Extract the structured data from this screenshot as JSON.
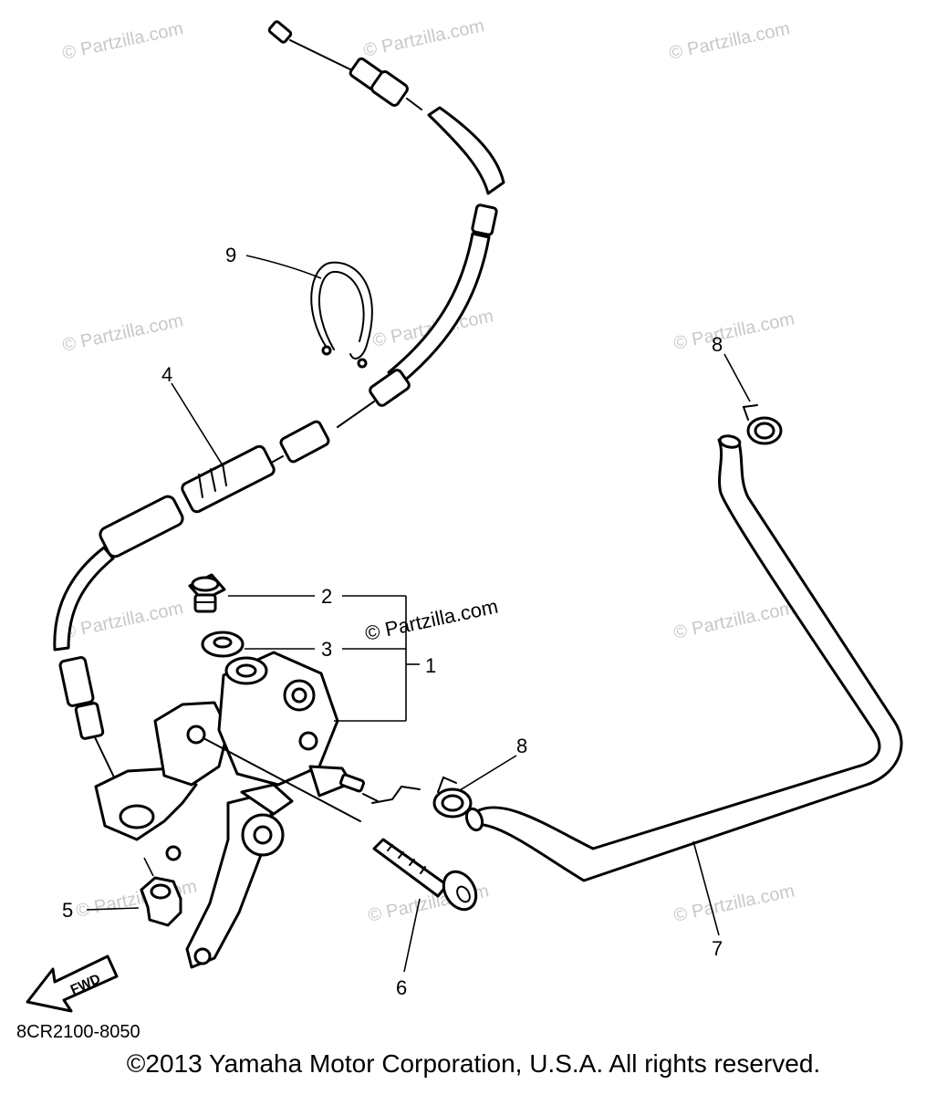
{
  "watermark": "© Partzilla.com",
  "callouts": {
    "c1": "1",
    "c2": "2",
    "c3": "3",
    "c4": "4",
    "c5": "5",
    "c6": "6",
    "c7": "7",
    "c8a": "8",
    "c8b": "8",
    "c9": "9"
  },
  "fwd_label": "FWD",
  "part_code": "8CR2100-8050",
  "copyright": "©2013 Yamaha Motor Corporation, U.S.A. All rights reserved."
}
